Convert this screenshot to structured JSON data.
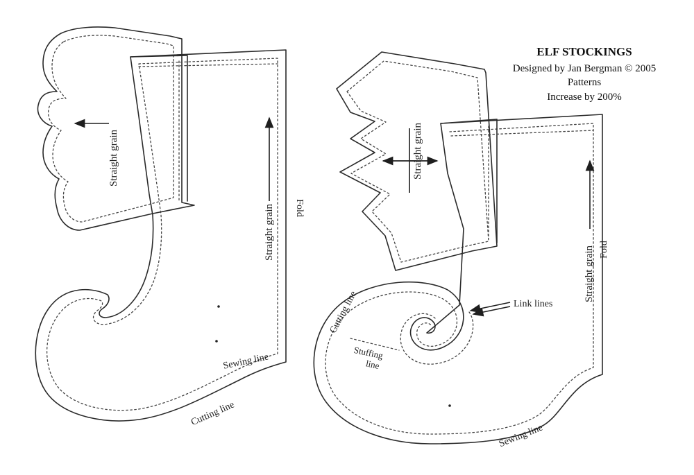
{
  "header": {
    "title": "ELF STOCKINGS",
    "credit": "Designed by Jan Bergman © 2005",
    "subtitle": "Patterns",
    "scale_note": "Increase by 200%"
  },
  "left_pattern": {
    "cuff_grain": "Straight grain",
    "body_grain": "Straight grain",
    "fold": "Fold",
    "sewing_line": "Sewing line",
    "cutting_line": "Cutting line"
  },
  "right_pattern": {
    "cuff_grain": "Straight grain",
    "body_grain": "Straight grain",
    "fold": "Fold",
    "link_lines": "Link lines",
    "cutting_line": "Cutting line",
    "stuffing_line_1": "Stuffing",
    "stuffing_line_2": "line",
    "sewing_line": "Sewing line"
  }
}
